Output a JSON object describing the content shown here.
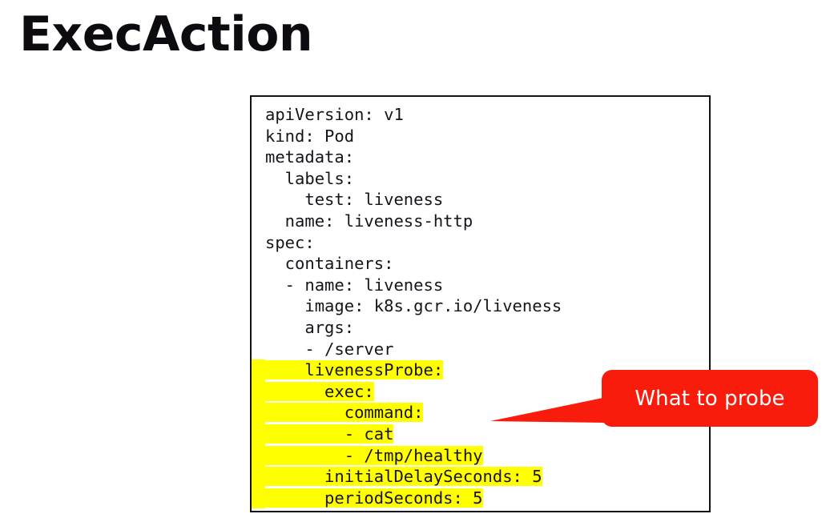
{
  "slide": {
    "title": "ExecAction"
  },
  "code_block": {
    "language": "yaml",
    "highlight_color": "#ffff00",
    "lines": [
      {
        "text": "apiVersion: v1",
        "highlighted": false
      },
      {
        "text": "kind: Pod",
        "highlighted": false
      },
      {
        "text": "metadata:",
        "highlighted": false
      },
      {
        "text": "  labels:",
        "highlighted": false
      },
      {
        "text": "    test: liveness",
        "highlighted": false
      },
      {
        "text": "  name: liveness-http",
        "highlighted": false
      },
      {
        "text": "spec:",
        "highlighted": false
      },
      {
        "text": "  containers:",
        "highlighted": false
      },
      {
        "text": "  - name: liveness",
        "highlighted": false
      },
      {
        "text": "    image: k8s.gcr.io/liveness",
        "highlighted": false
      },
      {
        "text": "    args:",
        "highlighted": false
      },
      {
        "text": "    - /server",
        "highlighted": false
      },
      {
        "text": "    livenessProbe:",
        "highlighted": true
      },
      {
        "text": "      exec:",
        "highlighted": true
      },
      {
        "text": "        command:",
        "highlighted": true
      },
      {
        "text": "        - cat",
        "highlighted": true
      },
      {
        "text": "        - /tmp/healthy",
        "highlighted": true
      },
      {
        "text": "      initialDelaySeconds: 5",
        "highlighted": true
      },
      {
        "text": "      periodSeconds: 5",
        "highlighted": true
      }
    ]
  },
  "callout": {
    "label": "What to probe",
    "fill_color": "#f91c0c",
    "text_color": "#ffffff",
    "points_to": "livenessProbe exec command"
  }
}
